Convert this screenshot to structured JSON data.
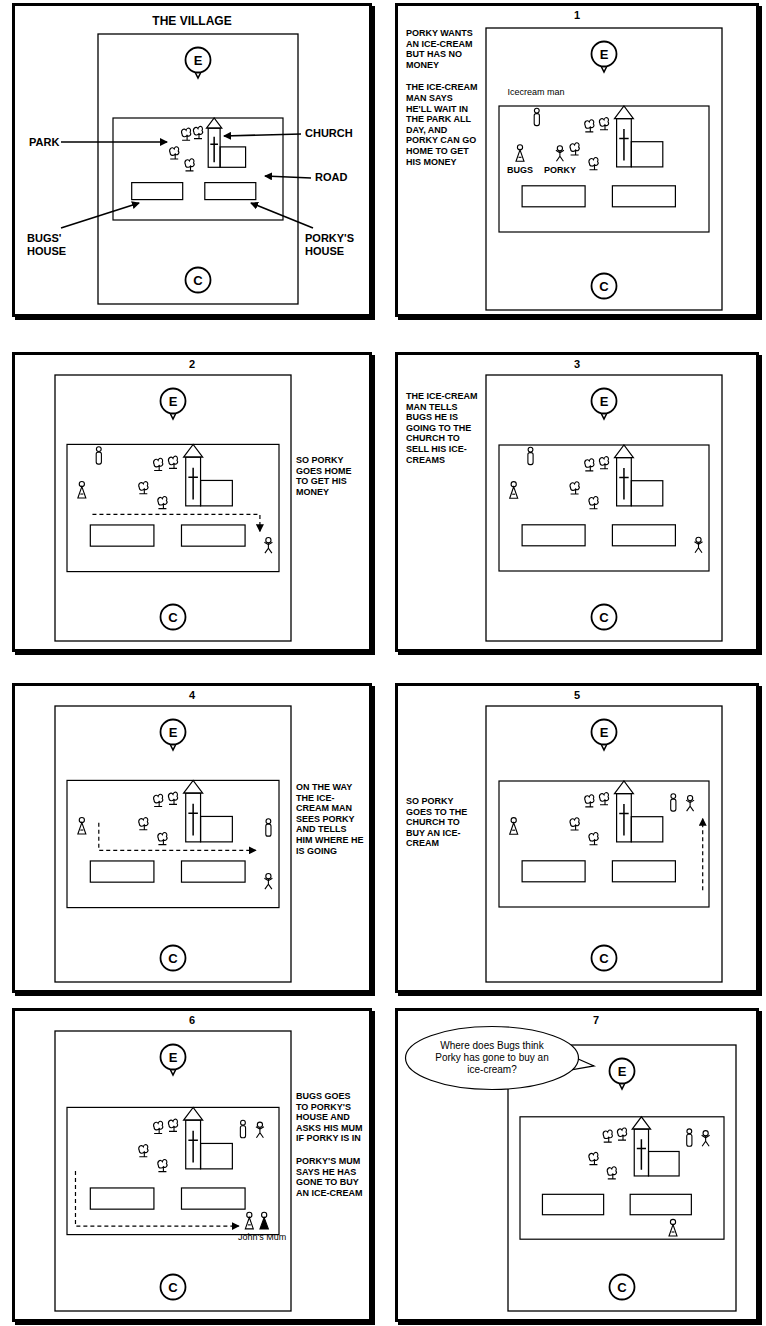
{
  "diagram": {
    "nodes": [
      {
        "text": [
          "THE VILLAGE"
        ]
      },
      {
        "text": [
          "E"
        ],
        "in": 0
      },
      {
        "text": [
          "C"
        ],
        "in": 0
      },
      {
        "text": [
          "1",
          "PORKY WANTS AN ICE-CREAM BUT HAS NO MONEY",
          "THE ICE-CREAM MAN SAYS HE'LL WAIT IN THE PARK ALL DAY, AND PORKY CAN GO HOME TO GET HIS MONEY"
        ]
      },
      {
        "text": [
          "E"
        ],
        "in": 3
      },
      {
        "text": [
          "C"
        ],
        "in": 3
      },
      {
        "text": [
          "2",
          "SO PORKY GOES HOME TO GET HIS MONEY"
        ]
      },
      {
        "text": [
          "E"
        ],
        "in": 6
      },
      {
        "text": [
          "C"
        ],
        "in": 6
      },
      {
        "text": [
          "3",
          "THE ICE-CREAM MAN TELLS BUGS HE IS GOING TO THE CHURCH TO SELL HIS ICE-CREAMS"
        ]
      },
      {
        "text": [
          "E"
        ],
        "in": 9
      },
      {
        "text": [
          "C"
        ],
        "in": 9
      },
      {
        "text": [
          "4",
          "ON THE WAY THE ICE-CREAM MAN SEES PORKY AND TELLS HIM WHERE HE IS GOING"
        ]
      },
      {
        "text": [
          "E"
        ],
        "in": 12
      },
      {
        "text": [
          "C"
        ],
        "in": 12
      },
      {
        "text": [
          "5",
          "SO PORKY GOES TO THE CHURCH TO BUY AN ICE-CREAM"
        ]
      },
      {
        "text": [
          "E"
        ],
        "in": 15
      },
      {
        "text": [
          "C"
        ],
        "in": 15
      },
      {
        "text": [
          "6",
          "BUGS GOES TO PORKY'S HOUSE AND ASKS HIS MUM IF PORKY IS IN",
          "PORKY'S MUM SAYS HE HAS GONE TO BUY AN ICE-CREAM"
        ]
      },
      {
        "text": [
          "E"
        ],
        "in": 18
      },
      {
        "text": [
          "C"
        ],
        "in": 18
      },
      {
        "text": [
          "7"
        ]
      },
      {
        "text": [
          "Where does Bugs think Porky has gone to buy an ice-cream?"
        ],
        "in": 21
      },
      {
        "text": [
          "E"
        ],
        "in": 21
      },
      {
        "text": [
          "C"
        ],
        "in": 21
      }
    ],
    "labels": [
      "PARK",
      "CHURCH",
      "ROAD",
      "BUGS' HOUSE",
      "PORKY'S HOUSE",
      "Icecream man",
      "BUGS",
      "PORKY",
      "John's Mum"
    ]
  }
}
